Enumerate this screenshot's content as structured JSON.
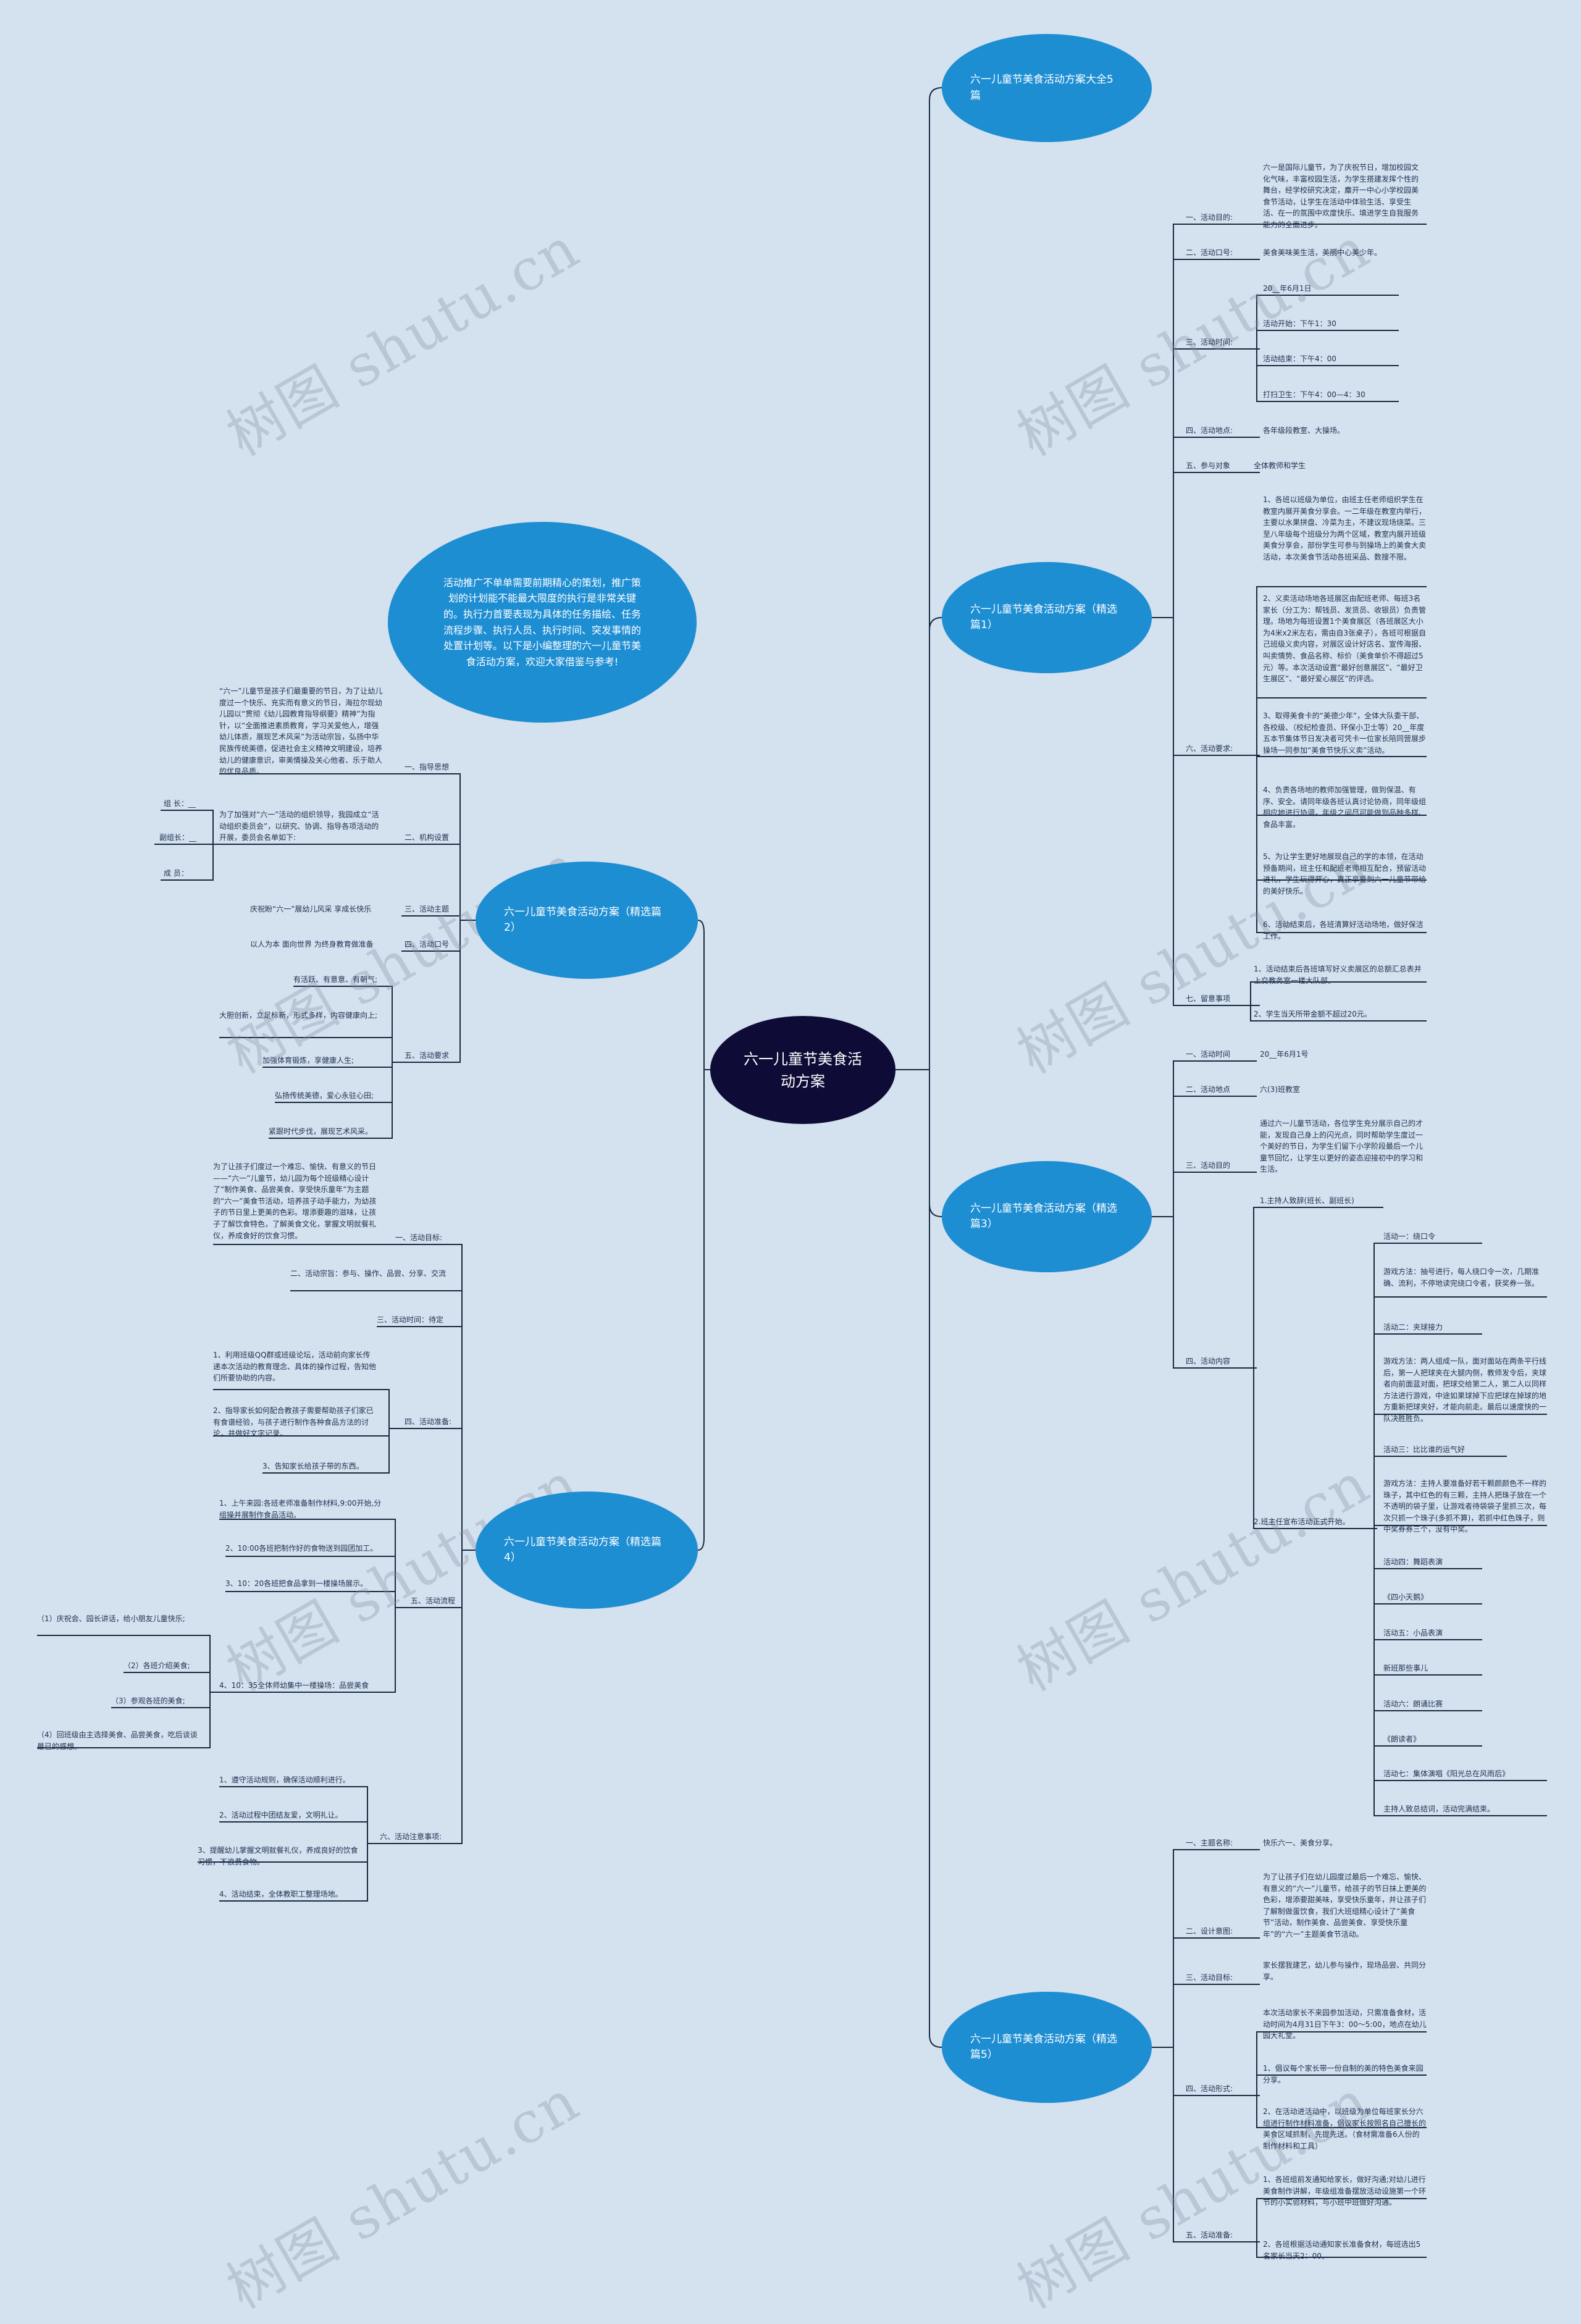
{
  "root": "六一儿童节美食活动方案",
  "intro": "活动推广不单单需要前期精心的策划，推广策划的计划能不能最大限度的执行是非常关键的。执行力首要表现为具体的任务描绘、任务流程步骤、执行人员、执行时间、突发事情的处置计划等。以下是小编整理的六一儿童节美食活动方案，欢迎大家借鉴与参考!",
  "watermark": "树图 shutu.cn",
  "branches": {
    "b0": "六一儿童节美食活动方案大全5篇",
    "b1": "六一儿童节美食活动方案（精选篇1）",
    "b2": "六一儿童节美食活动方案（精选篇2）",
    "b3": "六一儿童节美食活动方案（精选篇3）",
    "b4": "六一儿童节美食活动方案（精选篇4）",
    "b5": "六一儿童节美食活动方案（精选篇5）"
  },
  "p1": {
    "s1": "一、活动目的:",
    "s1a": "六一是国际儿童节，为了庆祝节日，增加校园文化气味，丰富校园生活，为学生搭建发挥个性的舞台，经学校研究决定，麋开一中心小学校园美食节活动，让学生在活动中体验生活、享受生活、在一的氛围中欢度快乐、填进学生自我服务能力的全面进步。",
    "s2": "二、活动口号:",
    "s2a": "美食美味美生活，美丽中心美少年。",
    "s3": "三、活动时间:",
    "s3a": "20__年6月1日",
    "s3b": "活动开始：下午1：30",
    "s3c": "活动结束：下午4：00",
    "s3d": "打扫卫生：下午4：00—4：30",
    "s4": "四、活动地点:",
    "s4a": "各年级段教室、大操场。",
    "s5": "五、参与对象",
    "s5a": "全体教师和学生",
    "s6": "六、活动要求:",
    "s6a": "1、各班以班级为单位，由班主任老师组织学生在教室内展开美食分享会。一二年级在教室内举行，主要以水果拼盘、冷菜为主，不建议现场烧菜。三至八年级每个班级分为两个区域，教室内展开班级美食分享会，部份学生可参与到操场上的美食大卖活动，本次美食节活动各班采品、数搜不限。",
    "s6b": "2、义卖活动场地各班展区由配班老师、每班3名家长（分工为：帮钱员、发货员、收银员）负责管理。场地为每班设置1个美食展区（各班展区大小为4米x2米左右，需由自3张桌子），各班可根据自己班级义卖内容，对展区设计好店名、宣传海报、叫卖情势、食品名称、标价（美食单价不得超过5元）等。本次活动设置“最好创意展区”、“最好卫生展区”、“最好爱心展区”的评选。",
    "s6c": "3、取得美食卡的“美德少年”，全体大队委干部、各校级、（校纪检查员、环保小卫士等）20__年度五本节集体节日发决者可凭卡一位家长陪同营展步操场一同参加“美食节快乐义卖”活动。",
    "s6d": "4、负责各场地的教师加强管理，做到保温、有序、安全。请同年级各班认真讨论协商，同年级组相应地进行协调，年级之间尽可能做到品种多样、食品丰富。",
    "s6e": "5、为让学生更好地展现自己的学的本领，在活动预备期间，班主任和配班老师相互配合，预留活动进礼，学生玩得开心，真正享爱到六一儿童节带给的美好快乐。",
    "s6f": "6、活动结束后，各班清算好活动场地，做好保洁工作。",
    "s7": "七、留意事项",
    "s7a": "1、活动结束后各班填写好义卖展区的总额汇总表并上交教务室一楼大队部。",
    "s7b": "2、学生当天所带金额不超过20元。"
  },
  "p2": {
    "s1": "一、指导思想",
    "s1a": "“六一”儿童节是孩子们最重要的节日，为了让幼儿度过一个快乐、充实而有意义的节日，海拉尔现幼儿园以“贯彻《幼儿园教育指导纲要》精神”为指针，以“全面推进素质教育，学习关爱他人，增强幼儿体质，展现艺术风采”为活动宗旨，弘扬中华民族传统美德，促进社会主义精神文明建设，培养幼儿的健康意识，审美情操及关心他者、乐于助人的优良品质。",
    "s2": "二、机构设置",
    "s2a": "为了加强对“六一”活动的组织领导，我园成立“活动组织委员会”，以研究、协调、指导各项活动的开展，委员会名单如下:",
    "s2b": "组 长：__",
    "s2c": "副组长：__",
    "s2d": "成 员：",
    "s3": "三、活动主题",
    "s3a": "庆祝盼“六一”展幼儿风采 享成长快乐",
    "s4": "四、活动口号",
    "s4a": "以人为本 面向世界 为终身教育做准备",
    "s5": "五、活动要求",
    "s5a": "有活跃、有意意、有朝气;",
    "s5b": "大胆创新，立足标新，形式多样，内容健康向上;",
    "s5c": "加强体育锻炼，享健康人生;",
    "s5d": "弘扬传统美德，爱心永驻心田;",
    "s5e": "紧跟时代步伐，展现艺术风采。"
  },
  "p3": {
    "s1": "一、活动时间",
    "s1a": "20__年6月1号",
    "s2": "二、活动地点",
    "s2a": "六(3)班教室",
    "s3": "三、活动目的",
    "s3a": "通过六一儿童节活动，各位学生充分展示自己的才能，发现自己身上的闪光点，同时帮助学生度过一个美好的节日，为学生们留下小学阶段最后一个儿童节回忆，让学生以更好的姿态迎接初中的学习和生活。",
    "s4": "四、活动内容",
    "s4a": "1.主持人致辞(班长、副班长)",
    "s4b": "2.班主任宣布活动正式开始。",
    "s4b1": "活动一：绕口令",
    "s4b2": "游戏方法：抽号进行，每人绕口令一次，几期准确、流利，不停地读完绕口令者，获奖券一张。",
    "s4b3": "活动二：夹球接力",
    "s4b4": "游戏方法：两人组成一队，面对面站在两条平行线后，第一人把球夹在大腿内侧，教师发令后，夹球者向前面蓝对面，把球交给第二人，第二人以同样方法进行游戏，中途如果球掉下应把球在掉球的地方重新把球夹好，才能向前走。最后以速度快的一队决胜胜负。",
    "s4b5": "活动三：比比谁的运气好",
    "s4b6": "游戏方法：主持人要准备好若干颗颜颜色不一样的珠子，其中红色的有三颗，主持人把珠子放在一个不透明的袋子里，让游戏者待袋袋子里抓三次，每次只抓一个珠子(多抓不算)，若抓中红色珠子，则中奖券券三个，没有中奖。",
    "s4b7": "活动四：舞蹈表演",
    "s4b8": "《四小天鹅》",
    "s4b9": "活动五：小品表演",
    "s4b10": "新班那些事儿",
    "s4b11": "活动六：朗诵比赛",
    "s4b12": "《朗读者》",
    "s4b13": "活动七：集体演唱《阳光总在风雨后》",
    "s4b14": "主持人致总结词，活动完满结束。"
  },
  "p4": {
    "s1": "一、活动目标:",
    "s1a": "为了让孩子们度过一个难忘、愉快、有意义的节日——“六一”儿童节，幼儿园为每个班级精心设计了“制作美食、品尝美食、享受快乐童年”为主题的“六一”美食节活动，培养孩子动手能力，为幼孩子的节日里上更美的色彩。增添要趣的滋味，让孩子了解饮食特色，了解美食文化，掌握文明就餐礼仪，养成食好的饮食习惯。",
    "s2": "二、活动宗旨：参与、操作、品尝、分享、交流",
    "s3": "三、活动时间：待定",
    "s4": "四、活动准备:",
    "s4a": "1、利用班级QQ群或班级论坛，活动前向家长传递本次活动的教育理念、具体的操作过程，告知他们所要协助的内容。",
    "s4b": "2、指导家长如何配合教孩子需要帮助孩子们家已有食谱经验，与孩子进行制作各种食品方法的讨论，并做好文字记录。",
    "s4c": "3、告知家长给孩子带的东西。",
    "s5": "五、活动流程",
    "s5a": "1、上午来园:各班老师准备制作材料,9:00开始,分组操并展制作食品活动。",
    "s5b": "2、10:00各班把制作好的食物送到园团加工。",
    "s5c": "3、10：20各班把食品拿到一楼操场展示。",
    "s5d": "4、10：35全体师幼集中一楼操场：品尝美食",
    "s5d1": "（1）庆祝会、园长讲话，给小朋友儿童快乐;",
    "s5d2": "（2）各班介绍美食;",
    "s5d3": "（3）参观各班的美食;",
    "s5d4": "（4）回班级由主选择美食、品尝美食，吃后谈谈最已的感想。",
    "s6": "六、活动注意事项:",
    "s6a": "1、遵守活动规则，确保活动顺利进行。",
    "s6b": "2、活动过程中团结友爱，文明礼让。",
    "s6c": "3、提醒幼儿掌握文明就餐礼仪，养成良好的饮食习惯，不浪费食物。",
    "s6d": "4、活动结束，全体教职工整理场地。"
  },
  "p5": {
    "s1": "一、主题名称:",
    "s1a": "快乐六一、美食分享。",
    "s2": "二、设计意图:",
    "s2a": "为了让孩子们在幼儿园度过最后一个难忘、愉快、有意义的“六一”儿童节，给孩子的节日抹上更美的色彩，增添要甜美味，享受快乐童年，并让孩子们了解制做蛋饮食，我们大班组精心设计了“美食节”活动，制作美食、品尝美食、享受快乐童年”的“六一”主题美食节活动。",
    "s3": "三、活动目标:",
    "s3a": "家长摆我建艺，幼儿参与操作，现场品尝、共同分享。",
    "s4": "四、活动形式:",
    "s4a": "本次活动家长不来园参加活动，只需准备食材，活动时间为4月31日下午3：00～5:00，地点在幼儿园大礼堂。",
    "s4b": "1、倡议每个家长带一份自制的美的特色美食来园分享。",
    "s4c": "2、在活动进活动中，以班级为单位每班家长分六组进行制作材料准备，倡议家长按照名自己擅长的美食区域抓制，先提先送。（食材需准备6人份的制作材料和工具）",
    "s5": "五、活动准备:",
    "s5a": "1、各班组前发通知给家长，做好沟通;对幼儿进行美食制作讲解，年级组准备摆放活动设施第一个环节的小实验材料，与小班中班做好沟通。",
    "s5b": "2、各班根据活动通知家长准备食材，每班选出5名家长当天2：00。"
  }
}
